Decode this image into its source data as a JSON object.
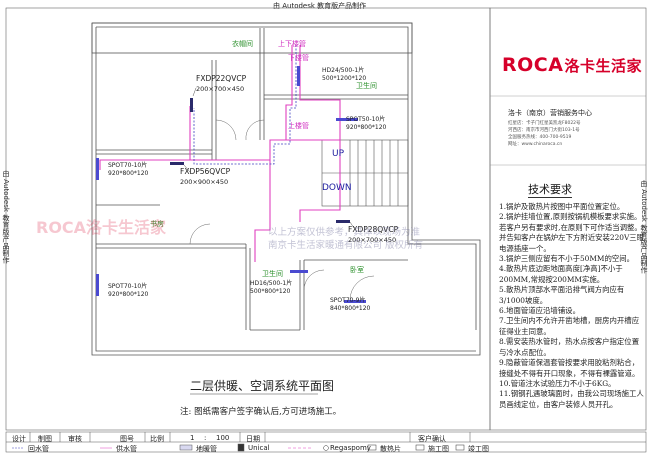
{
  "header": {
    "watermark": "由 Autodesk 教育版产品制作"
  },
  "side_left": "由 Autodesk 教育版产品制作",
  "side_right": "由 Autodesk 教育版产品制作",
  "brand": {
    "logo_latin": "ROCA",
    "logo_cn": "洛卡生活家",
    "color": "#d6002a"
  },
  "company": {
    "name": "洛卡（南京）营销服务中心",
    "addr1": "红星店：卡子门红星美凯龙F8022号",
    "addr2": "河西店：南京市河西门大街103-1号",
    "addr3": "全国服务热线：400-700-9519",
    "addr4": "网址：www.chinaroca.cn"
  },
  "rooms": {
    "bedroom1": "衣帽间",
    "bathroom1": "卫生间",
    "study": "书房",
    "bathroom2": "卫生间",
    "bedroom2": "卧室",
    "stairs_up_down": "上下楼管",
    "down_pipe": "下楼管",
    "up_pipe": "上楼管",
    "up": "UP",
    "down": "DOWN"
  },
  "equipment": {
    "fxdp22": "FXDP22QVCP",
    "fxdp22_size": "200×700×450",
    "fxdp56": "FXDP56QVCP",
    "fxdp56_size": "200×900×450",
    "fxdp28": "FXDP28QVCP",
    "fxdp28_size": "200×700×450",
    "hd24": "HD24/500-1片",
    "hd24_size": "500*1200*120",
    "spot50": "SPOT50-10片",
    "spot50_size": "920*800*120",
    "spot70a": "SPOT70-10片",
    "spot70a_size": "920*800*120",
    "spot70b": "SPOT70-10片",
    "spot70b_size": "920*800*120",
    "hd16": "HD16/500-1片",
    "hd16_size": "500*800*120",
    "spot70c": "SPOT70-9片",
    "spot70c_size": "840*800*120"
  },
  "plan_title": "二层供暖、空调系统平面图",
  "plan_note": "注: 图纸需客户签字确认后,方可进场施工。",
  "watermark2": {
    "line1": "以上方案仅供参考，具体以现场为准",
    "line2": "南京卡生活家暖通有限公司 版权所有"
  },
  "bigwm": "ROCA洛卡生活家",
  "requirements": {
    "title": "技术要求",
    "items": [
      "1.锅炉及散热片按图中平面位置定位。",
      "2.锅炉挂墙位置,原则按锅机模板要求实施。若客户另有要求时,在原则下可作适当调整。并告知客户在锅炉左下方附近安装220V三眼电源插座一个。",
      "3.锅炉三侧应留有不小于50MM的空间。",
      "4.散热片底边距地面高度[净高]不小于200MM,常规按200MM实施。",
      "5.散热片顶部水平面沿排气阀方向应有3/1000坡度。",
      "6.地面管道应沿墙铺设。",
      "7.卫生间内不允许开凿地槽，厨房内开槽应征得业主同意。",
      "8.需安装热水管时，热水点按客户指定位置与冷水点配位。",
      "9.隐蔽管道保温套管按要求用胶粘剂粘合，接缝处不得有开口现象，不得有裸露管道。",
      "10.管道注水试验压力不小于6KG。",
      "11.钢钢孔遇玻璃面时，由我公司现场施工人员画线定位，由客户装修人员开孔。"
    ]
  },
  "titleblock": {
    "design": "设计",
    "drafter": "制图",
    "review": "审核",
    "drawing": "图号",
    "scale_label": "比例",
    "scale_a": "1",
    "scale_sep": ":",
    "scale_b": "100",
    "date_label": "日期",
    "client_confirm": "客户确认",
    "return_water": "回水管",
    "supply_water": "供水管",
    "floor_heat": "地暖管",
    "unical": "Unical",
    "regs": "Regaspomy",
    "legend1": "散热片",
    "legend2": "施工图",
    "legend3": "竣工图"
  }
}
